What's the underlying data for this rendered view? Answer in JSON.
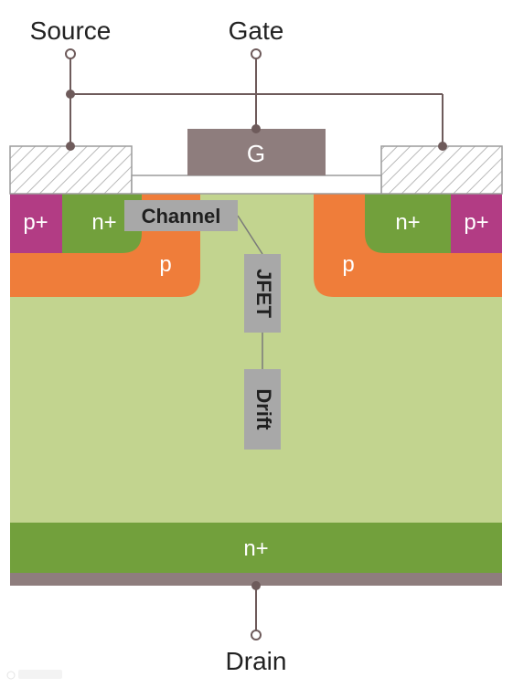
{
  "terminals": {
    "source": "Source",
    "gate": "Gate",
    "drain": "Drain"
  },
  "regions": {
    "gate": "G",
    "left_p_plus": "p+",
    "left_n_plus": "n+",
    "left_p": "p",
    "right_n_plus": "n+",
    "right_p_plus": "p+",
    "right_p": "p",
    "bottom_n_plus": "n+"
  },
  "callouts": {
    "channel": "Channel",
    "jfet": "JFET",
    "drift": "Drift"
  },
  "colors": {
    "drift_region": "#C2D48F",
    "n_plus": "#72A03C",
    "p_region": "#EF7D3A",
    "p_plus": "#B23C84",
    "gate": "#8E7D7D",
    "callout_box": "#A8A8A8",
    "wire": "#6E5B5B"
  }
}
